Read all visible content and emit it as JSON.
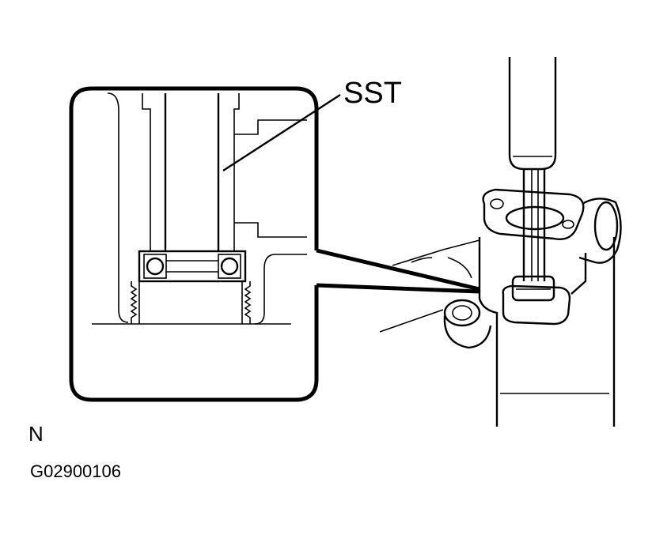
{
  "figure": {
    "callout_label": "SST",
    "orientation_mark": "N",
    "figure_id": "G02900106"
  },
  "colors": {
    "line": "#000000",
    "background": "#ffffff"
  }
}
